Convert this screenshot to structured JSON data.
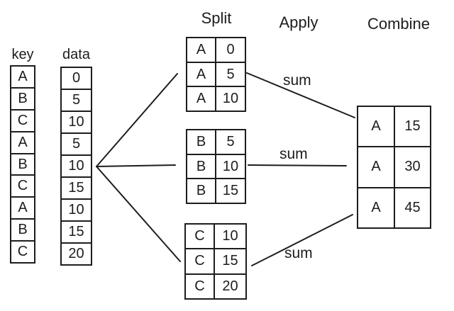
{
  "diagram": {
    "column_labels": {
      "key": "key",
      "data": "data"
    },
    "stage_labels": {
      "split": "Split",
      "apply": "Apply",
      "combine": "Combine"
    },
    "apply_labels": [
      "sum",
      "sum",
      "sum"
    ],
    "key_column": [
      "A",
      "B",
      "C",
      "A",
      "B",
      "C",
      "A",
      "B",
      "C"
    ],
    "data_column": [
      "0",
      "5",
      "10",
      "5",
      "10",
      "15",
      "10",
      "15",
      "20"
    ],
    "split_tables": [
      {
        "keys": [
          "A",
          "A",
          "A"
        ],
        "values": [
          "0",
          "5",
          "10"
        ]
      },
      {
        "keys": [
          "B",
          "B",
          "B"
        ],
        "values": [
          "5",
          "10",
          "15"
        ]
      },
      {
        "keys": [
          "C",
          "C",
          "C"
        ],
        "values": [
          "10",
          "15",
          "20"
        ]
      }
    ],
    "combine_table": {
      "keys": [
        "A",
        "A",
        "A"
      ],
      "values": [
        "15",
        "30",
        "45"
      ]
    },
    "colors": {
      "line": "#1d1d1d",
      "background": "#ffffff",
      "text": "#1d1d1d"
    }
  }
}
